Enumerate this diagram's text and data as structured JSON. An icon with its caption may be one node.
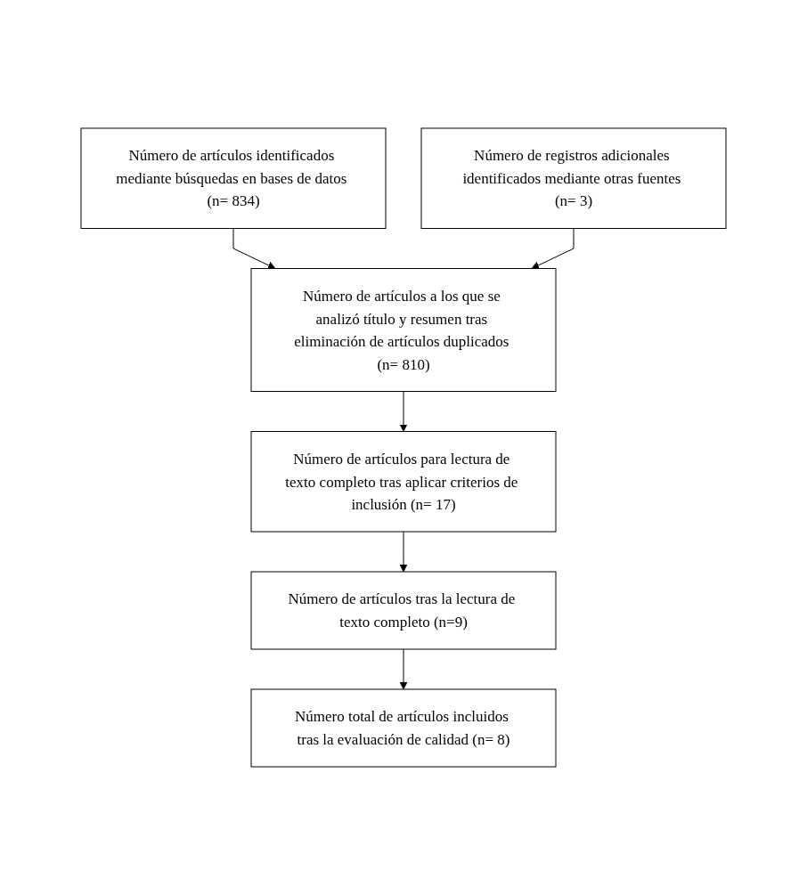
{
  "diagram": {
    "nodes": [
      {
        "text": [
          "Número de artículos identificados mediante búsquedas en bases de datos (n= 834)"
        ]
      },
      {
        "text": [
          "Número de registros adicionales identificados mediante otras fuentes (n= 3)"
        ]
      },
      {
        "text": [
          "Número de artículos a los que se analizó título y resumen tras eliminación de artículos duplicados (n= 810)"
        ]
      },
      {
        "text": [
          "Número de artículos para lectura de texto completo tras aplicar criterios de inclusión (n= 17)"
        ]
      },
      {
        "text": [
          "Número de artículos tras la lectura de texto completo (n=9)"
        ]
      },
      {
        "text": [
          "Número total de artículos incluidos tras la evaluación de calidad (n= 8)"
        ]
      }
    ],
    "edges": [
      {
        "from": 0,
        "to": 2,
        "arrow": "to"
      },
      {
        "from": 1,
        "to": 2,
        "arrow": "to"
      },
      {
        "from": 2,
        "to": 3,
        "arrow": "to"
      },
      {
        "from": 3,
        "to": 4,
        "arrow": "to"
      },
      {
        "from": 4,
        "to": 5,
        "arrow": "to"
      }
    ]
  }
}
